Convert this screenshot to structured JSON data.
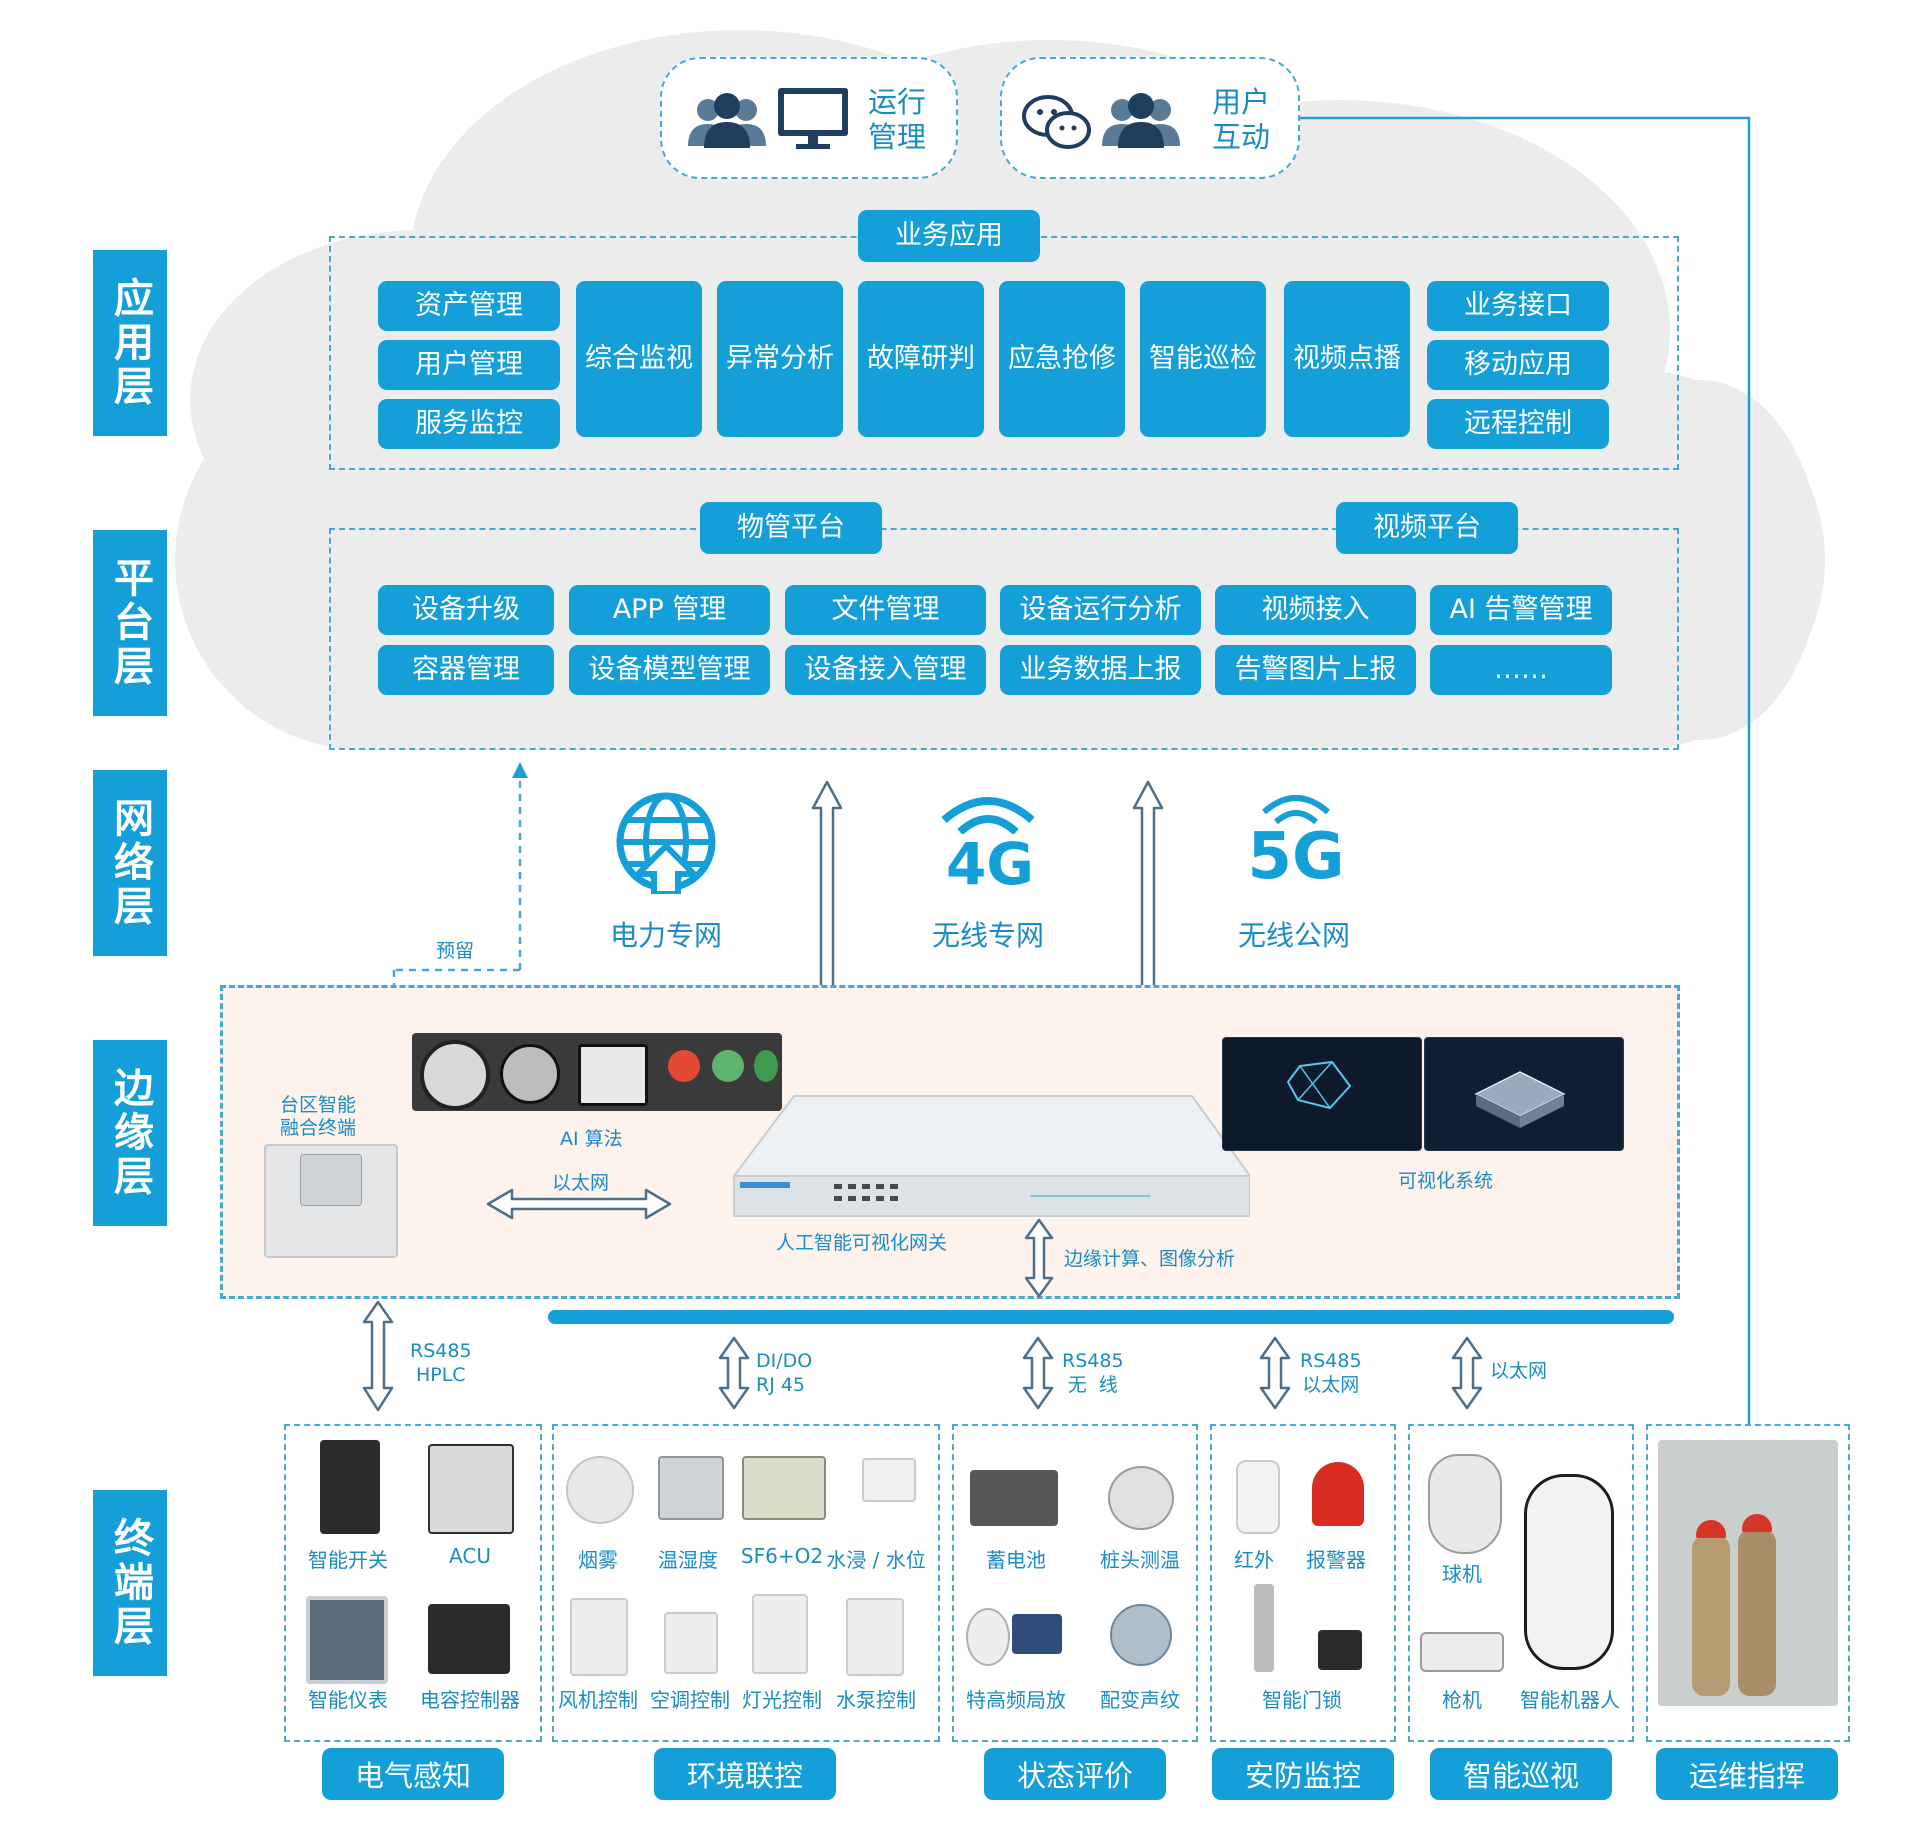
{
  "top": {
    "ops": {
      "line1": "运行",
      "line2": "管理"
    },
    "user": {
      "line1": "用户",
      "line2": "互动"
    }
  },
  "layers": [
    "应用层",
    "平台层",
    "网络层",
    "边缘层",
    "终端层"
  ],
  "app": {
    "title": "业务应用",
    "left": [
      "资产管理",
      "用户管理",
      "服务监控"
    ],
    "middle": [
      "综合监视",
      "异常分析",
      "故障研判",
      "应急抢修",
      "智能巡检",
      "视频点播"
    ],
    "right": [
      "业务接口",
      "移动应用",
      "远程控制"
    ]
  },
  "platform": {
    "title1": "物管平台",
    "title2": "视频平台",
    "row1": [
      "设备升级",
      "APP 管理",
      "文件管理",
      "设备运行分析",
      "视频接入",
      "AI 告警管理"
    ],
    "row2": [
      "容器管理",
      "设备模型管理",
      "设备接入管理",
      "业务数据上报",
      "告警图片上报",
      "……"
    ]
  },
  "network": {
    "items": [
      "电力专网",
      "无线专网",
      "无线公网"
    ],
    "g4": "4G",
    "g5": "5G",
    "reserve": "预留"
  },
  "edge": {
    "terminal": "台区智能\n融合终端",
    "ai": "AI 算法",
    "ethernet": "以太网",
    "gateway": "人工智能可视化网关",
    "vis": "可视化系统",
    "compute": "边缘计算、图像分析"
  },
  "protocols": [
    "RS485\nHPLC",
    "DI/DO\nRJ 45",
    "RS485\n无  线",
    "RS485\n以太网",
    "以太网"
  ],
  "devices": [
    "智能开关",
    "ACU",
    "智能仪表",
    "电容控制器",
    "烟雾",
    "温湿度",
    "SF6+O2",
    "水浸 / 水位",
    "风机控制",
    "空调控制",
    "灯光控制",
    "水泵控制",
    "蓄电池",
    "桩头测温",
    "特高频局放",
    "配变声纹",
    "红外",
    "报警器",
    "智能门锁",
    "球机",
    "枪机",
    "智能机器人"
  ],
  "categories": [
    "电气感知",
    "环境联控",
    "状态评价",
    "安防监控",
    "智能巡视",
    "运维指挥"
  ]
}
